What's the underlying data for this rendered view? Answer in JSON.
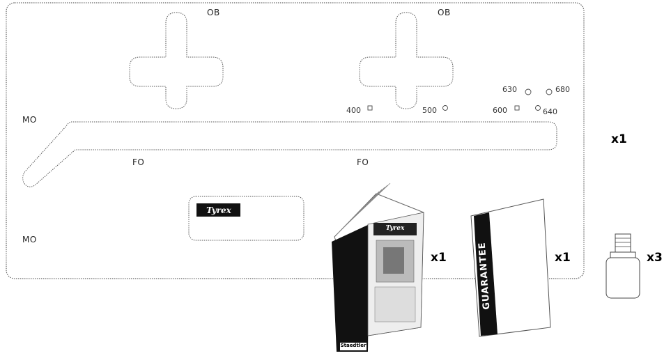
{
  "board": {
    "hook_labels": [
      "OB",
      "OB"
    ],
    "holes": [
      {
        "label": "400",
        "shape": "square"
      },
      {
        "label": "500",
        "shape": "circle"
      },
      {
        "label": "600",
        "shape": "square"
      },
      {
        "label": "630",
        "shape": "circle"
      },
      {
        "label": "680",
        "shape": "circle"
      },
      {
        "label": "640",
        "shape": "circle"
      }
    ],
    "side_labels": [
      "MO",
      "MO"
    ],
    "rail_labels": [
      "FO",
      "FO"
    ],
    "brand_label": "Tyrex",
    "quantity": "x1"
  },
  "manual": {
    "quantity": "x1",
    "brand": "Tyrex",
    "back_logo": "Staedtler"
  },
  "guarantee": {
    "text": "GUARANTEE",
    "quantity": "x1"
  },
  "fitting": {
    "quantity": "x3"
  }
}
